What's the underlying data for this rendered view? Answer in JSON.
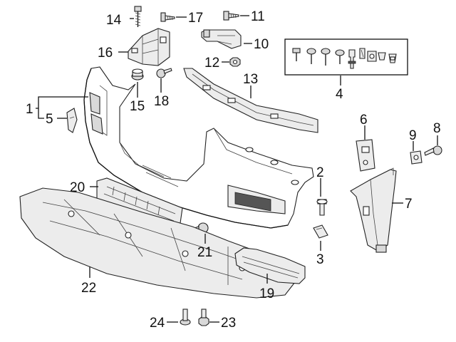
{
  "diagram": {
    "callouts": {
      "c1": "1",
      "c2": "2",
      "c3": "3",
      "c4": "4",
      "c5": "5",
      "c6": "6",
      "c7": "7",
      "c8": "8",
      "c9": "9",
      "c10": "10",
      "c11": "11",
      "c12": "12",
      "c13": "13",
      "c14": "14",
      "c15": "15",
      "c16": "16",
      "c17": "17",
      "c18": "18",
      "c19": "19",
      "c20": "20",
      "c21": "21",
      "c22": "22",
      "c23": "23",
      "c24": "24"
    },
    "colors": {
      "line": "#111111",
      "fill": "#d9d9d9",
      "background": "#ffffff"
    }
  }
}
